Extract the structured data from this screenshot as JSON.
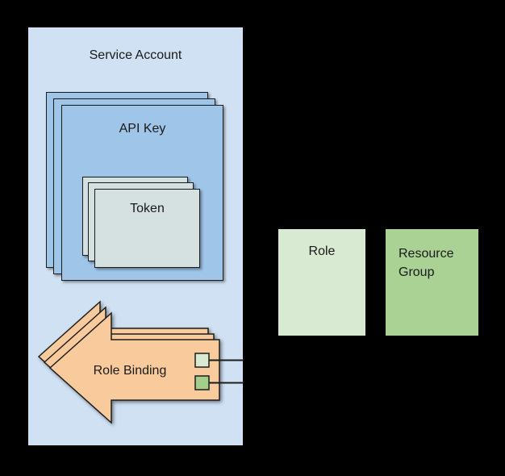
{
  "diagram": {
    "service_account": {
      "label": "Service Account"
    },
    "api_key": {
      "label": "API Key",
      "stack_count": 3
    },
    "token": {
      "label": "Token",
      "stack_count": 3
    },
    "role_binding": {
      "label": "Role Binding",
      "stack_count": 3
    },
    "role": {
      "label": "Role"
    },
    "resource_group": {
      "label": "Resource Group"
    }
  },
  "colors": {
    "background": "#000000",
    "stroke": "#1c1c1c",
    "text": "#1a1a1a",
    "service_account_fill": "#d0e1f3",
    "api_key_fill": "#9fc5e8",
    "token_fill": "#d5e1e1",
    "arrow_fill": "#f9cb9c",
    "role_fill": "#d9ead3",
    "resource_group_fill": "#a9d294",
    "square_role_fill": "#d9ead3",
    "square_resource_group_fill": "#a3ce8c"
  }
}
